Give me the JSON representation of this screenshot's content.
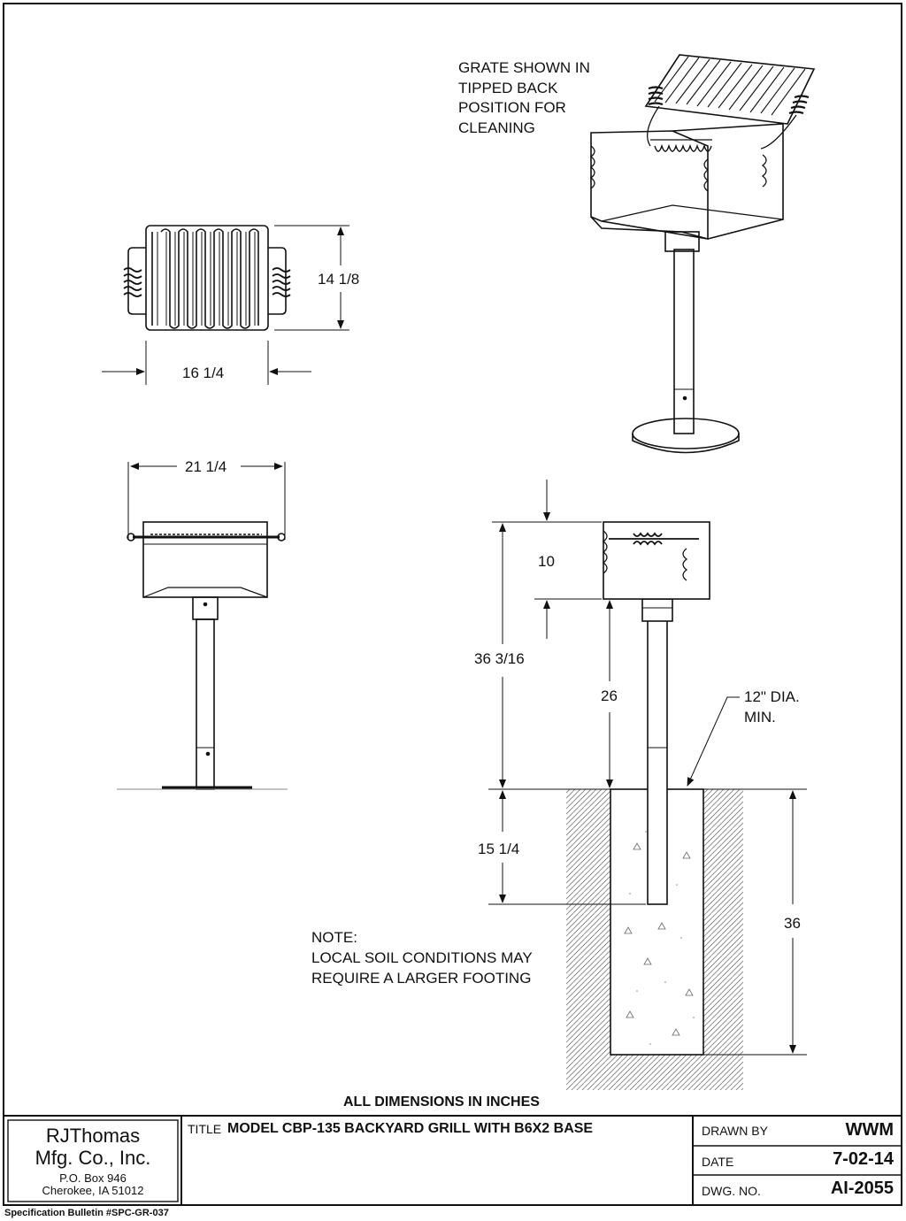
{
  "notes": {
    "grate_tipped": [
      "GRATE SHOWN IN",
      "TIPPED BACK",
      "POSITION FOR",
      "CLEANING"
    ],
    "footing": [
      "NOTE:",
      "LOCAL SOIL CONDITIONS MAY",
      "REQUIRE A LARGER FOOTING"
    ],
    "all_dimensions": "ALL DIMENSIONS IN INCHES",
    "hole_diameter": [
      "12\" DIA.",
      "MIN."
    ]
  },
  "dimensions": {
    "grate_depth": "14 1/8",
    "grate_width": "16 1/4",
    "overall_width": "21 1/4",
    "firebox_depth": "10",
    "overall_height": "36 3/16",
    "post_above_grade": "26",
    "embed_depth": "15 1/4",
    "footing_depth": "36"
  },
  "title_block": {
    "company_line1": "RJThomas",
    "company_line2": "Mfg. Co., Inc.",
    "address_line1": "P.O. Box 946",
    "address_line2": "Cherokee, IA 51012",
    "title_label": "TITLE",
    "title": "MODEL CBP-135 BACKYARD GRILL WITH B6X2 BASE",
    "drawn_by_label": "DRAWN BY",
    "drawn_by": "WWM",
    "date_label": "DATE",
    "date": "7-02-14",
    "dwg_no_label": "DWG. NO.",
    "dwg_no": "AI-2055"
  },
  "footer": "Specification Bulletin #SPC-GR-037"
}
